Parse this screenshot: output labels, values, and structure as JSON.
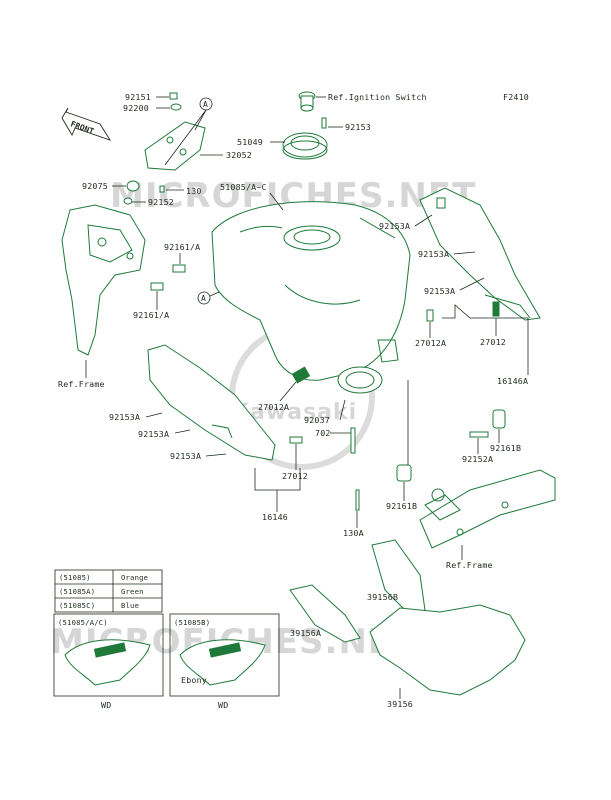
{
  "figure_id": "F2410",
  "watermark": {
    "text": "MICROFICHES.NET",
    "logo": "Kawasaki"
  },
  "front_arrow": "FRONT",
  "circle_marker": "A",
  "callouts": {
    "ref_ignition_switch": "Ref.Ignition Switch",
    "ref_frame_left": "Ref.Frame",
    "ref_frame_right": "Ref.Frame",
    "p92151": "92151",
    "p92200": "92200",
    "p32052": "32052",
    "p92075": "92075",
    "p130": "130",
    "p92152": "92152",
    "p51049": "51049",
    "p92153_top": "92153",
    "p51085": "51085/A~C",
    "p92161a_upper": "92161/A",
    "p92161a_lower": "92161/A",
    "p92153a_r1": "92153A",
    "p92153a_r2": "92153A",
    "p92153a_r3": "92153A",
    "p27012a_r": "27012A",
    "p27012_r": "27012",
    "p16146a": "16146A",
    "p92153a_l1": "92153A",
    "p92153a_l2": "92153A",
    "p92153a_l3": "92153A",
    "p27012a_c": "27012A",
    "p92037": "92037",
    "p702": "702",
    "p27012_c": "27012",
    "p16146": "16146",
    "p92161b_upper": "92161B",
    "p92152a": "92152A",
    "p92161b_lower": "92161B",
    "p130a": "130A",
    "p39156b": "39156B",
    "p39156a": "39156A",
    "p39156": "39156"
  },
  "color_table": [
    {
      "code": "(51085)",
      "color": "Orange"
    },
    {
      "code": "(51085A)",
      "color": "Green"
    },
    {
      "code": "(51085C)",
      "color": "Blue"
    }
  ],
  "variants": [
    {
      "title": "(51085/A/C)",
      "note": "",
      "caption": "WD"
    },
    {
      "title": "(51085B)",
      "note": "Ebony",
      "caption": "WD"
    }
  ]
}
